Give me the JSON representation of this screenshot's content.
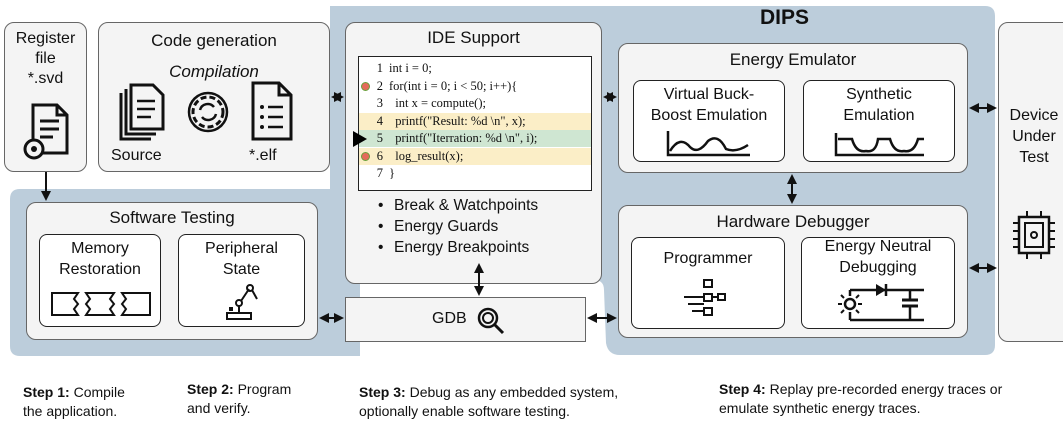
{
  "register_file": {
    "title_line1": "Register",
    "title_line2": "file",
    "title_line3": "*.svd"
  },
  "code_generation": {
    "title": "Code generation",
    "compilation": "Compilation",
    "source_label": "Source",
    "elf_label": "*.elf"
  },
  "ide": {
    "title": "IDE Support",
    "code": [
      {
        "num": "1",
        "text": "int i = 0;",
        "highlight": "none",
        "marker": "none"
      },
      {
        "num": "2",
        "text": "for(int i = 0; i < 50; i++){",
        "highlight": "none",
        "marker": "breakpoint"
      },
      {
        "num": "3",
        "text": "  int x = compute();",
        "highlight": "none",
        "marker": "none"
      },
      {
        "num": "4",
        "text": "  printf(\"Result: %d \\n\", x);",
        "highlight": "yellow",
        "marker": "none"
      },
      {
        "num": "5",
        "text": "  printf(\"Iterration: %d \\n\", i);",
        "highlight": "green",
        "marker": "arrow"
      },
      {
        "num": "6",
        "text": "  log_result(x);",
        "highlight": "yellow",
        "marker": "breakpoint"
      },
      {
        "num": "7",
        "text": "}",
        "highlight": "none",
        "marker": "none"
      }
    ],
    "bullets": [
      "Break & Watchpoints",
      "Energy Guards",
      "Energy Breakpoints"
    ]
  },
  "dips": {
    "title": "DIPS"
  },
  "energy_emulator": {
    "title": "Energy Emulator",
    "virtual": [
      "Virtual Buck-",
      "Boost Emulation"
    ],
    "synthetic": [
      "Synthetic",
      "Emulation"
    ]
  },
  "hardware_debugger": {
    "title": "Hardware Debugger",
    "programmer": "Programmer",
    "neutral": [
      "Energy Neutral",
      "Debugging"
    ]
  },
  "software_testing": {
    "title": "Software Testing",
    "memory": [
      "Memory",
      "Restoration"
    ],
    "peripheral": [
      "Peripheral",
      "State"
    ]
  },
  "gdb": {
    "label": "GDB"
  },
  "device": {
    "line1": "Device",
    "line2": "Under",
    "line3": "Test"
  },
  "steps": [
    {
      "bold": "Step 1:",
      "rest_line1": " Compile",
      "line2": "the application."
    },
    {
      "bold": "Step 2:",
      "rest_line1": " Program",
      "line2": "and verify."
    },
    {
      "bold": "Step 3:",
      "rest_line1": " Debug as any embedded system,",
      "line2": "optionally enable software testing."
    },
    {
      "bold": "Step 4:",
      "rest_line1": " Replay pre-recorded energy traces or",
      "line2": "emulate synthetic energy traces."
    }
  ],
  "colors": {
    "region": "#bccddb",
    "box": "#f4f4f4",
    "yellow_line": "#fbeec7",
    "green_line": "#cfe6d2",
    "breakpoint": "#e46b5a"
  }
}
